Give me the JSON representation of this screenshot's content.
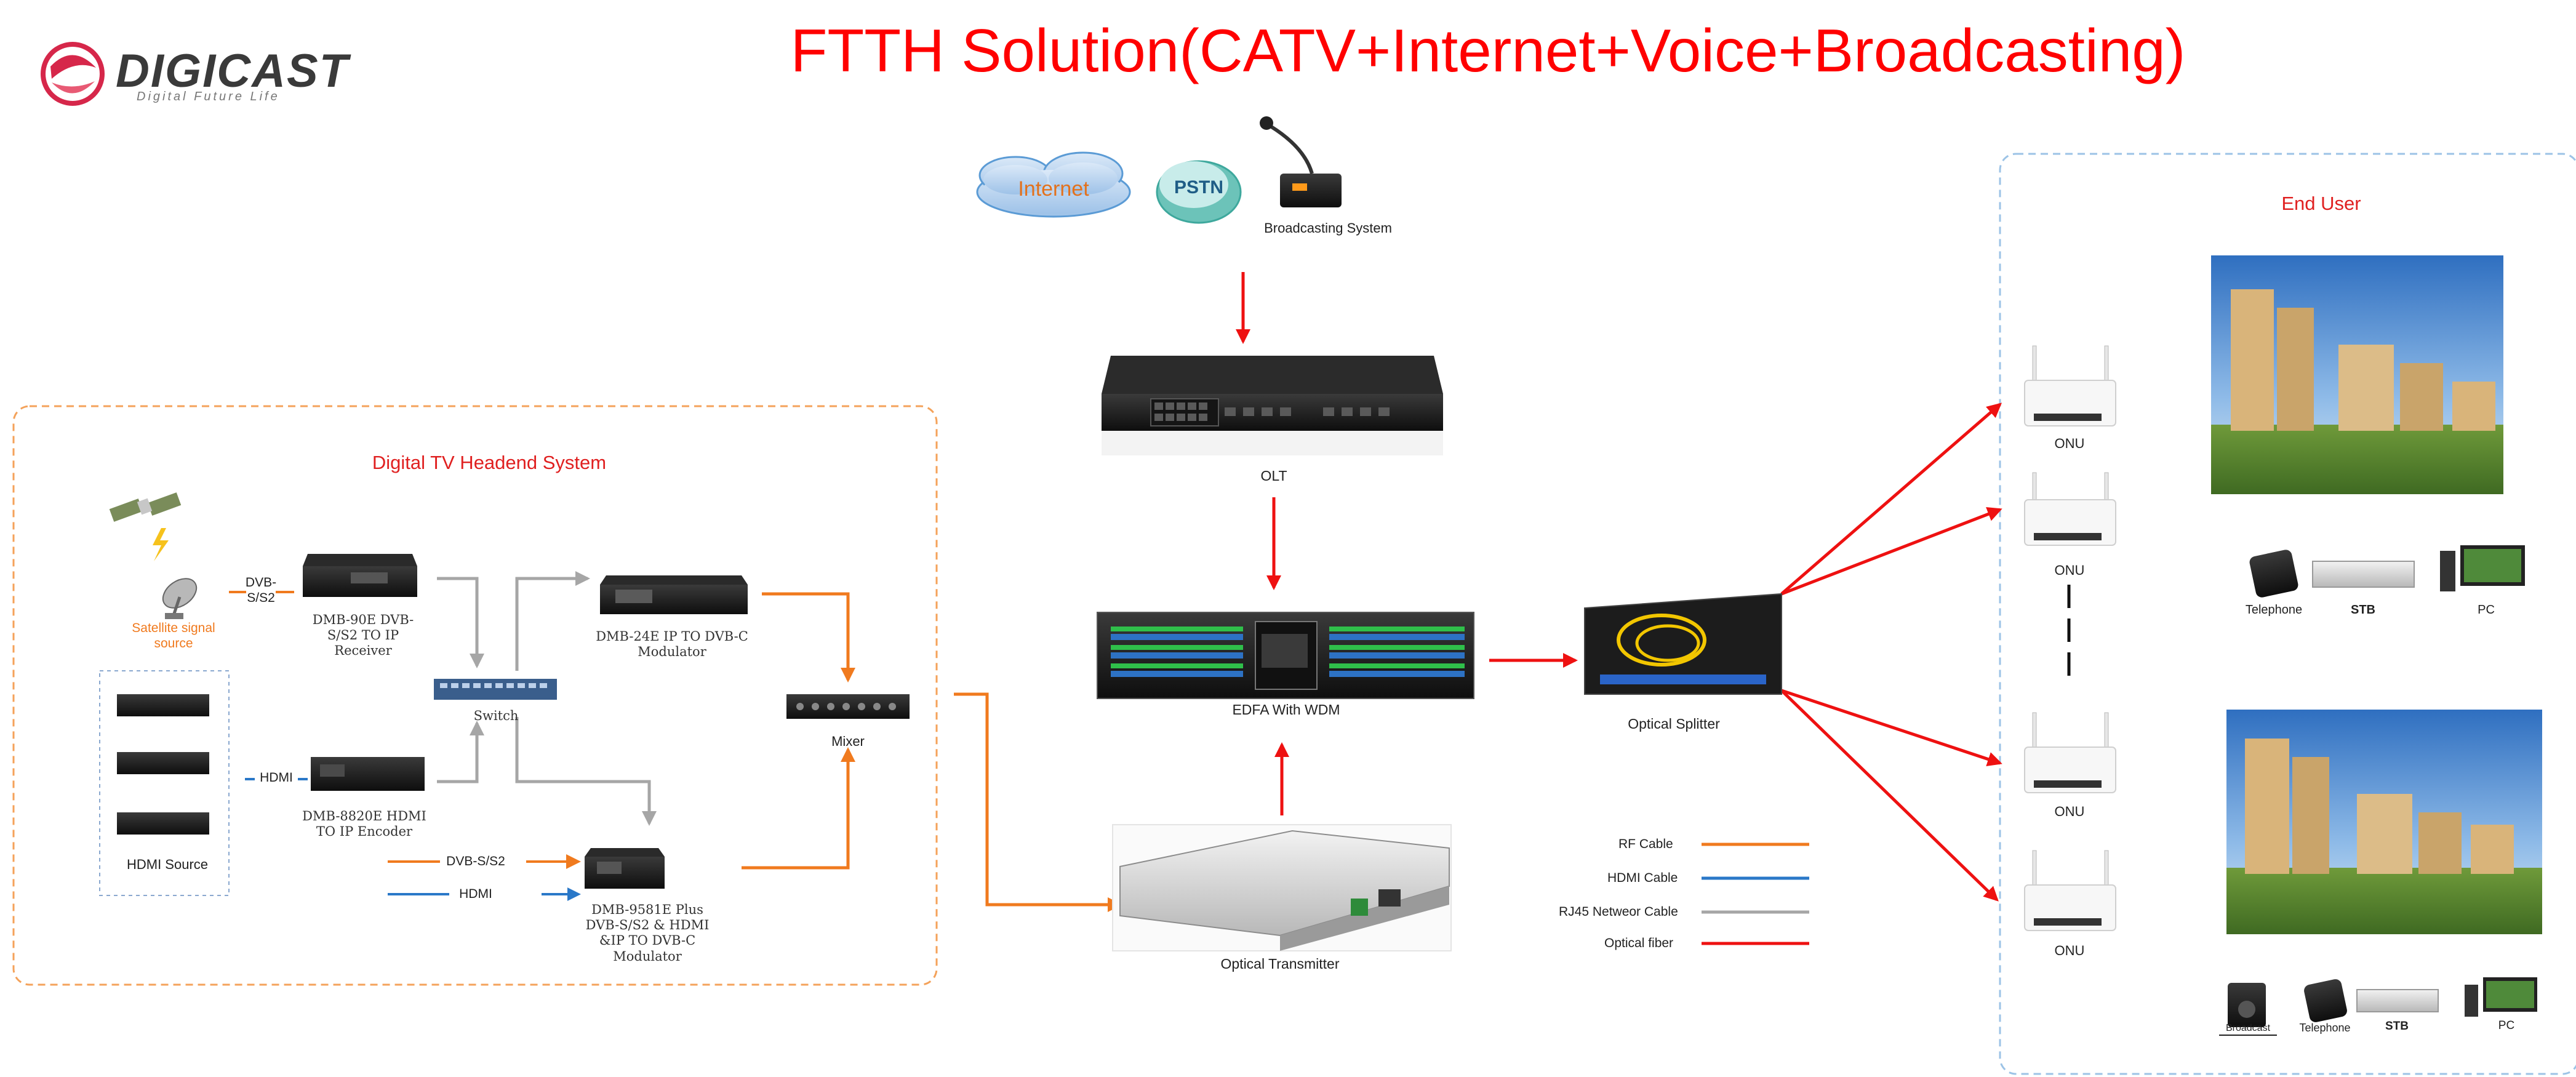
{
  "brand": {
    "name": "DIGICAST",
    "tagline": "Digital Future Life"
  },
  "title": "FTTH Solution(CATV+Internet+Voice+Broadcasting)",
  "colors": {
    "title": "#ff0000",
    "rf": "#f07a1e",
    "hdmi": "#2a78c8",
    "rj45": "#a6a6a6",
    "fiber": "#ee1111",
    "headend_border": "#f4a25a",
    "enduser_border": "#9cc3e6",
    "cloud": "#5b9bd5"
  },
  "top_sources": {
    "internet": "Internet",
    "pstn": "PSTN",
    "broadcasting": "Broadcasting System"
  },
  "headend": {
    "title": "Digital TV Headend System",
    "satellite_label": "Satellite signal\nsource",
    "dvbs_label": "DVB-\nS/S2",
    "hdmi_label": "HDMI",
    "hdmi_source_label": "HDMI Source",
    "receiver_label": "DMB-90E DVB-\nS/S2 TO IP\nReceiver",
    "encoder_label": "DMB-8820E HDMI\nTO IP Encoder",
    "switch_label": "Switch",
    "modulator_ip_label": "DMB-24E IP TO DVB-C\nModulator",
    "modulator_plus_label": "DMB-9581E Plus\nDVB-S/S2 & HDMI\n&IP TO DVB-C\nModulator",
    "mixer_label": "Mixer",
    "dvbs_in_label": "DVB-S/S2",
    "hdmi_in_label": "HDMI"
  },
  "core": {
    "olt": "OLT",
    "edfa": "EDFA With WDM",
    "transmitter": "Optical Transmitter",
    "splitter": "Optical Splitter"
  },
  "legend": [
    {
      "label": "RF Cable",
      "color": "#f07a1e"
    },
    {
      "label": "HDMI Cable",
      "color": "#2a78c8"
    },
    {
      "label": "RJ45 Netweor Cable",
      "color": "#a6a6a6"
    },
    {
      "label": "Optical fiber",
      "color": "#ee1111"
    }
  ],
  "end_user": {
    "title": "End User",
    "onu_label": "ONU",
    "devices_top": {
      "telephone": "Telephone",
      "stb": "STB",
      "pc": "PC"
    },
    "devices_bottom": {
      "broadcast": "Broadcast",
      "telephone": "Telephone",
      "stb": "STB",
      "pc": "PC"
    }
  },
  "icons": [
    "digicast-logo",
    "satellite-icon",
    "dish-icon",
    "internet-cloud-icon",
    "pstn-cloud-icon",
    "microphone-icon",
    "olt-device",
    "edfa-device",
    "transmitter-device",
    "splitter-device",
    "onu-router-icon",
    "building-photo",
    "telephone-icon",
    "stb-icon",
    "pc-icon",
    "speaker-icon"
  ]
}
